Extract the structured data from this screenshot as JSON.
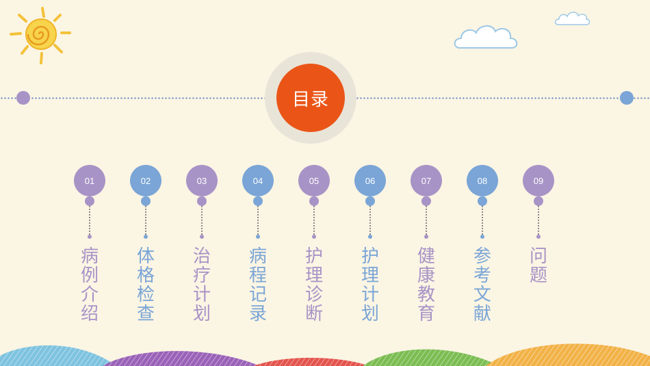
{
  "title": "目录",
  "colors": {
    "background": "#fbf5e4",
    "accent": "#ea5517",
    "purple": "#a893c6",
    "blue": "#7aa5d6"
  },
  "items": [
    {
      "num": "01",
      "label": "病例介绍",
      "color": "#a893c6"
    },
    {
      "num": "02",
      "label": "体格检查",
      "color": "#7aa5d6"
    },
    {
      "num": "03",
      "label": "治疗计划",
      "color": "#a893c6"
    },
    {
      "num": "04",
      "label": "病程记录",
      "color": "#7aa5d6"
    },
    {
      "num": "05",
      "label": "护理诊断",
      "color": "#a893c6"
    },
    {
      "num": "06",
      "label": "护理计划",
      "color": "#7aa5d6"
    },
    {
      "num": "07",
      "label": "健康教育",
      "color": "#a893c6"
    },
    {
      "num": "08",
      "label": "参考文献",
      "color": "#7aa5d6"
    },
    {
      "num": "09",
      "label": "问题",
      "color": "#a893c6"
    }
  ]
}
